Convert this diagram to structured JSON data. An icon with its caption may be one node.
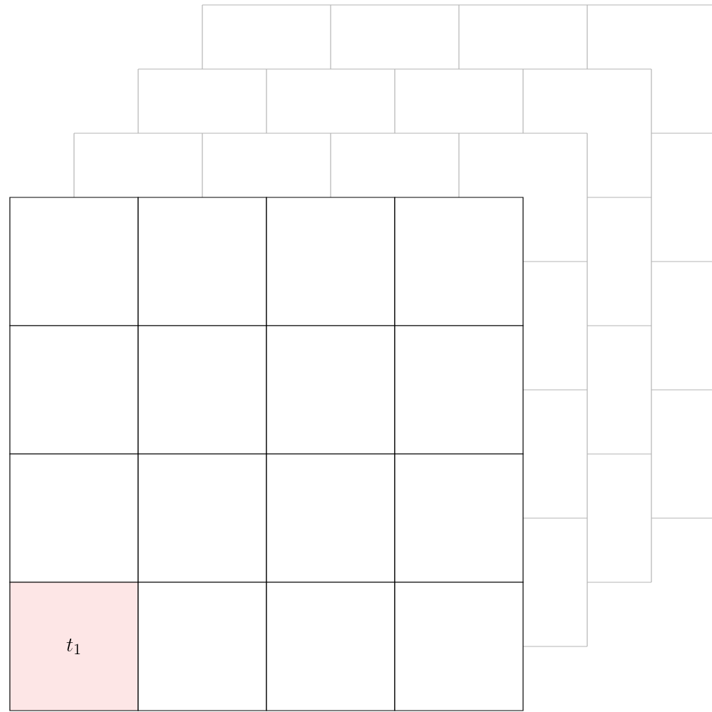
{
  "diagram": {
    "nodes": [
      {
        "text": [],
        "shape": "box"
      },
      {
        "text": [],
        "shape": "box"
      },
      {
        "text": [],
        "shape": "box"
      },
      {
        "text": [],
        "shape": "box"
      },
      {
        "text": [],
        "shape": "box"
      },
      {
        "text": [],
        "shape": "box"
      },
      {
        "text": [],
        "shape": "box"
      },
      {
        "text": [],
        "shape": "box"
      },
      {
        "text": [],
        "shape": "box"
      },
      {
        "text": [],
        "shape": "box"
      },
      {
        "text": [],
        "shape": "box"
      },
      {
        "text": [],
        "shape": "box"
      },
      {
        "text": [
          "t_1"
        ]
      },
      {
        "text": [],
        "shape": "box"
      },
      {
        "text": [],
        "shape": "box"
      },
      {
        "text": [],
        "shape": "box"
      }
    ]
  }
}
